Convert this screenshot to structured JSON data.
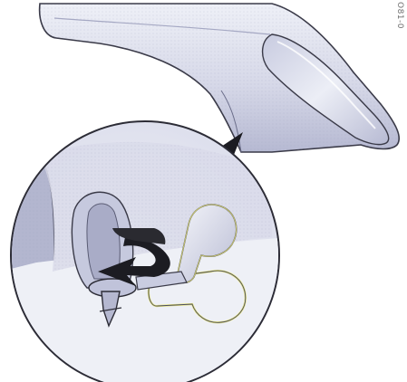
{
  "figure": {
    "reference_code": "O81-0"
  },
  "colors": {
    "background": "#ffffff",
    "body_light": "#e7e8f2",
    "body_mid": "#c9cbe0",
    "body_dark": "#9fa2c0",
    "outline": "#3a3a48",
    "arrow": "#1c1c22",
    "highlight_outline": "#e6e47a"
  },
  "icons": {
    "pointer": "triangle-pointer",
    "rotation": "curved-arrow"
  }
}
